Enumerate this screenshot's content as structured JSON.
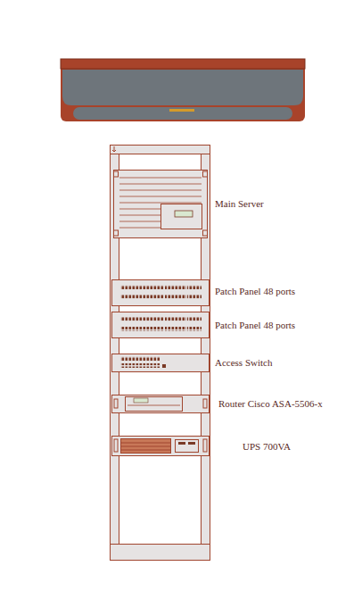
{
  "diagram": {
    "labels": [
      "Main Server",
      "Patch Panel 48 ports",
      "Patch Panel 48 ports",
      "Access Switch",
      "Router Cisco ASA-5506-x",
      "UPS 700VA"
    ]
  }
}
